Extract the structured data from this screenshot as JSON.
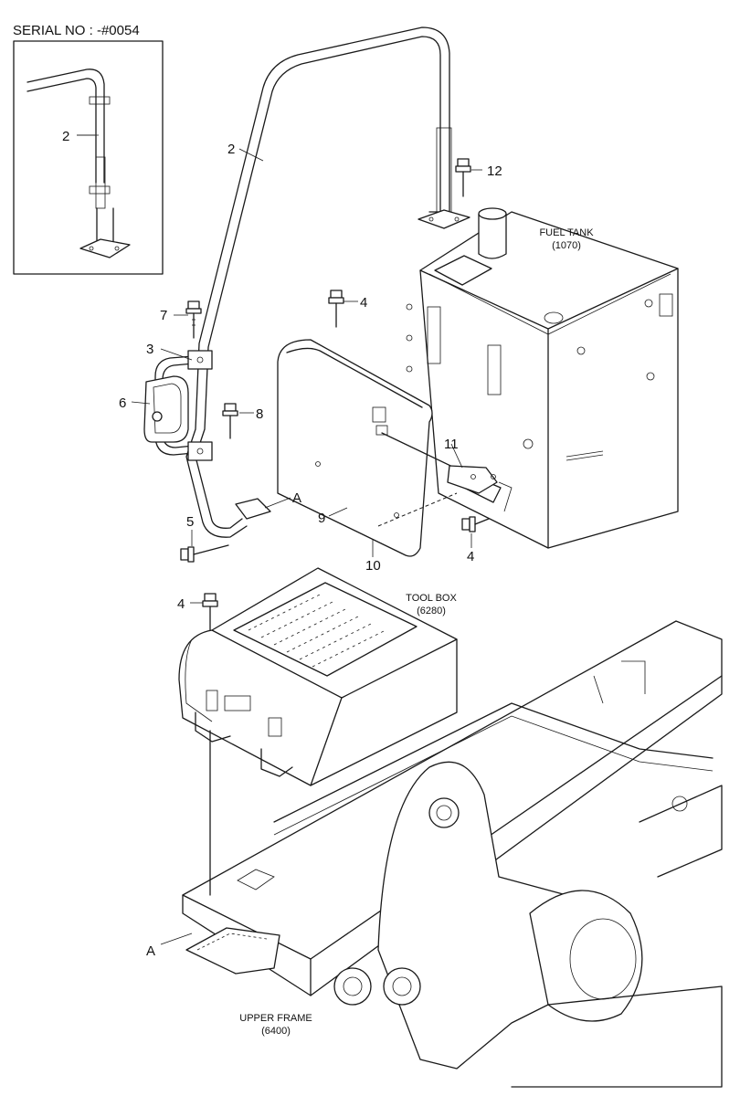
{
  "serial_label": "SERIAL NO : -#0054",
  "components": {
    "fuel_tank": {
      "name": "FUEL TANK",
      "code": "(1070)"
    },
    "tool_box": {
      "name": "TOOL BOX",
      "code": "(6280)"
    },
    "upper_frame": {
      "name": "UPPER FRAME",
      "code": "(6400)"
    }
  },
  "callouts": {
    "inset_2": "2",
    "c2": "2",
    "c12": "12",
    "c7": "7",
    "c4_top": "4",
    "c3": "3",
    "c6": "6",
    "c8": "8",
    "c11": "11",
    "cA_top": "A",
    "c5": "5",
    "c9": "9",
    "c10": "10",
    "c4_right": "4",
    "c4_toolbox": "4",
    "cA_bottom": "A"
  }
}
